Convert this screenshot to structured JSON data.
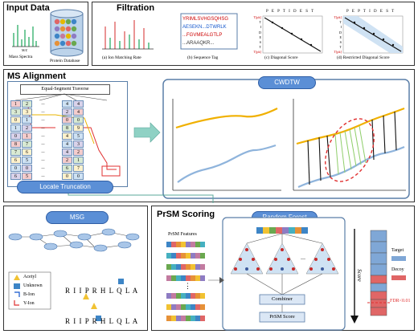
{
  "input": {
    "title": "Input Data",
    "mass_spectra_label": "Mass Spectra",
    "mz_label": "M/Z",
    "protein_db_label": "Protein Database"
  },
  "filtration": {
    "title": "Filtration",
    "caption_a": "(a) Ion Matching Rate",
    "caption_b": "(b) Sequence Tag",
    "caption_c": "(c) Diagonal Score",
    "caption_d": "(d) Restricted Diagonal Score",
    "tag_lines": [
      "YRIMLSVHGSQHSG",
      "AESEKN...DTWRLK",
      "...FGVMEALGTLP",
      "...ARAAQKR..."
    ],
    "matrix_cols": "P E P T I D E S T",
    "matrix_rows": [
      "T[pk]",
      "T",
      "I",
      "D",
      "E",
      "S",
      "T",
      "T[pk]"
    ]
  },
  "ms_alignment": {
    "title": "MS Alignment",
    "traverse_label": "Equal-Segment Traverse",
    "locate_label": "Locate Truncation",
    "cwdtw_label": "CWDTW",
    "grid_rows": [
      [
        "1",
        "2",
        "...",
        "4",
        "4"
      ],
      [
        "3",
        "3",
        "...",
        "2",
        "4"
      ],
      [
        "0",
        "1",
        "...",
        "0",
        "0"
      ],
      [
        "1",
        "2",
        "...",
        "8",
        "9"
      ],
      [
        "0",
        "1",
        "...",
        "4",
        "5"
      ],
      [
        "8",
        "7",
        "...",
        "4",
        "3"
      ],
      [
        "7",
        "6",
        "...",
        "4",
        "2"
      ],
      [
        "6",
        "5",
        "...",
        "2",
        "1"
      ],
      [
        "0",
        "0",
        "...",
        "6",
        "7"
      ],
      [
        "6",
        "5",
        "...",
        "0",
        "0"
      ]
    ]
  },
  "msg": {
    "title": "MSG",
    "legend": [
      "Acetyl",
      "Unknown",
      "B-Ion",
      "Y-Ion"
    ],
    "seq1": "R I I P R H L Q L A",
    "seq2": "R I I P R H L Q L A"
  },
  "prsm": {
    "title": "PrSM Scoring",
    "rf_label": "Random Forest",
    "features_label": "PrSM Features",
    "combiner_label": "Combiner",
    "score_out_label": "PrSM Score",
    "score_axis": "Score",
    "target_label": "Target",
    "decoy_label": "Decoy",
    "fdr_label": "FDR<0.01"
  }
}
